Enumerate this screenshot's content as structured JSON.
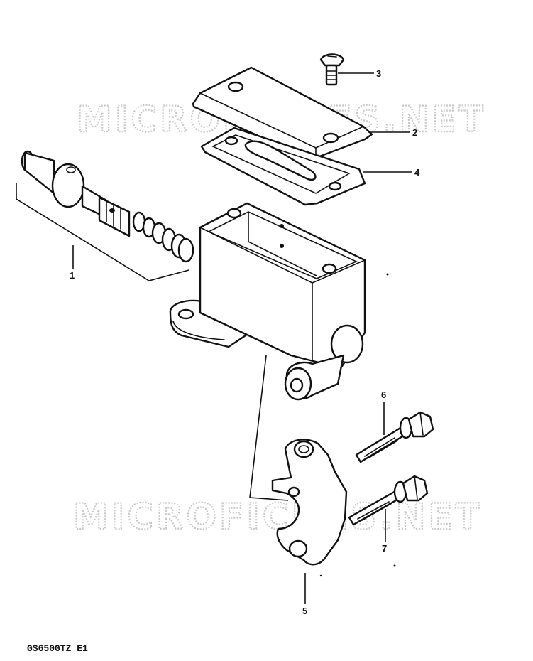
{
  "watermarks": [
    "MICROFICHES.NET",
    "MICROFICHES.NET"
  ],
  "callouts": [
    {
      "id": "1",
      "label": "1"
    },
    {
      "id": "2",
      "label": "2"
    },
    {
      "id": "3",
      "label": "3"
    },
    {
      "id": "4",
      "label": "4"
    },
    {
      "id": "5",
      "label": "5"
    },
    {
      "id": "6",
      "label": "6"
    },
    {
      "id": "7",
      "label": "7"
    }
  ],
  "footer": {
    "code": "GS650GTZ E1"
  }
}
